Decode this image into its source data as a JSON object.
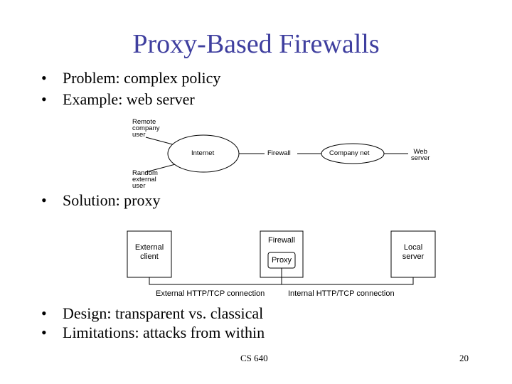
{
  "title": "Proxy-Based Firewalls",
  "bullets_top": [
    "Problem: complex policy",
    "Example: web server"
  ],
  "bullet_solution": "Solution: proxy",
  "bullets_bottom": [
    "Design: transparent vs. classical",
    "Limitations: attacks from within"
  ],
  "bullet_symbol": "•",
  "diagram1": {
    "remote_user": [
      "Remote",
      "company",
      "user"
    ],
    "internet": "Internet",
    "firewall": "Firewall",
    "company_net": "Company net",
    "web_server": [
      "Web",
      "server"
    ],
    "random_user": [
      "Random",
      "external",
      "user"
    ]
  },
  "diagram2": {
    "external_client": [
      "External",
      "client"
    ],
    "firewall": "Firewall",
    "proxy": "Proxy",
    "local_server": [
      "Local",
      "server"
    ],
    "external_conn": "External HTTP/TCP connection",
    "internal_conn": "Internal HTTP/TCP connection"
  },
  "footer": {
    "course": "CS 640",
    "page": "20"
  }
}
